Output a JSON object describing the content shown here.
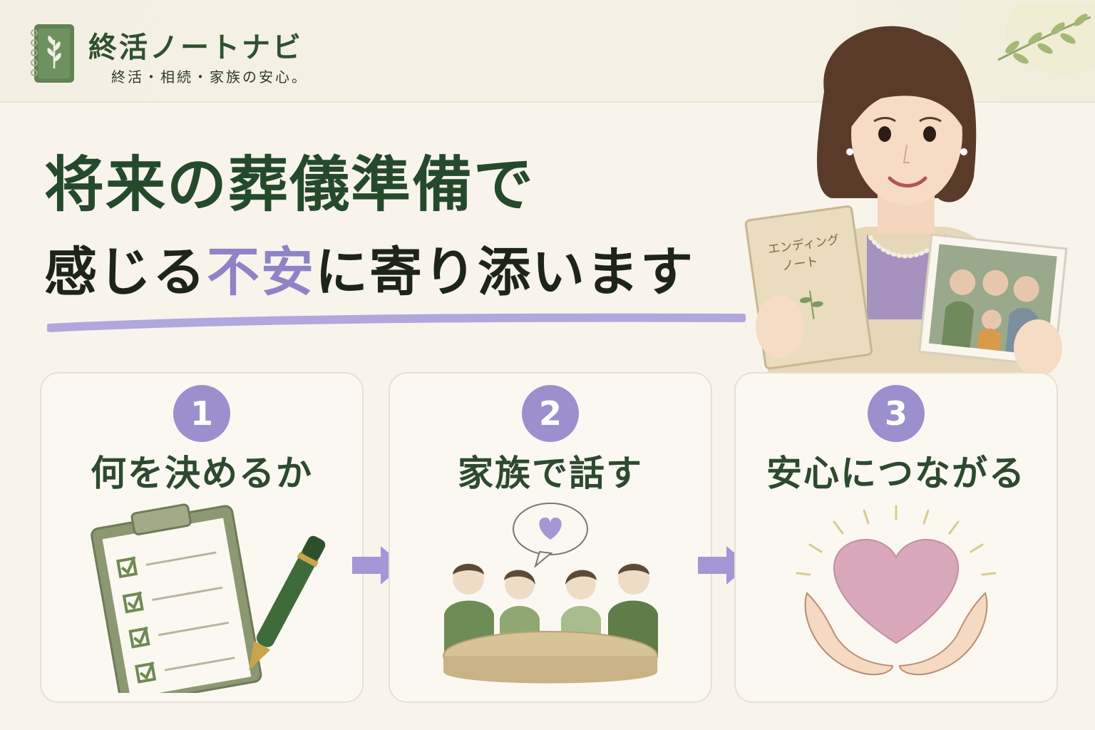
{
  "brand": {
    "name": "終活ノートナビ",
    "tagline": "終活・相続・家族の安心。"
  },
  "headline": {
    "line1": "将来の葬儀準備で",
    "line2_before": "感じる",
    "line2_accent": "不安",
    "line2_after": "に寄り添います"
  },
  "illustration": {
    "notebook_title_1": "エンディング",
    "notebook_title_2": "ノート"
  },
  "steps": [
    {
      "number": "1",
      "title": "何を決めるか"
    },
    {
      "number": "2",
      "title": "家族で話す"
    },
    {
      "number": "3",
      "title": "安心につながる"
    }
  ],
  "colors": {
    "primary_green": "#2f5130",
    "accent_purple": "#9b8fcd",
    "background": "#f8f4ec"
  }
}
